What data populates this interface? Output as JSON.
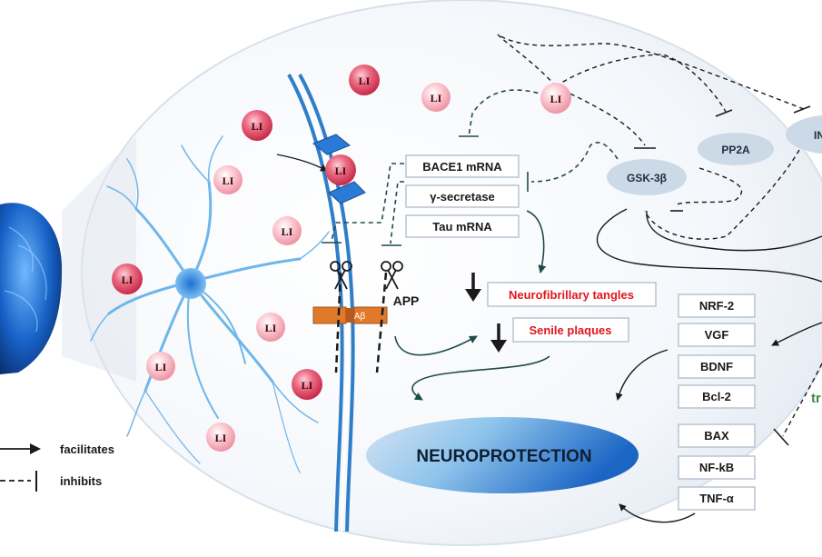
{
  "li_label": "LI",
  "boxes": {
    "bace1": "BACE1 mRNA",
    "gamma": "γ-secretase",
    "tau": "Tau mRNA",
    "nrf2": "NRF-2",
    "vgf": "VGF",
    "bdnf": "BDNF",
    "bcl2": "Bcl-2",
    "bax": "BAX",
    "nfkb": "NF-kB",
    "tnfa": "TNF-α"
  },
  "pathology": {
    "tangles": "Neurofibrillary tangles",
    "plaques": "Senile plaques"
  },
  "enzymes": {
    "gsk3b": "GSK-3β",
    "pp2a": "PP2A",
    "partial_right": "IN"
  },
  "membrane": {
    "app": "APP",
    "abeta": "Aβ"
  },
  "neuroprotection": "NEUROPROTECTION",
  "legend": {
    "facilitates": "facilitates",
    "inhibits": "inhibits"
  },
  "partial_green_text": "tr",
  "colors": {
    "li_outer": "#e8506a",
    "li_inner": "#f7a6b4",
    "membrane": "#2f7fc8",
    "app_orange": "#e07a2a",
    "enzyme_ellipse": "#ccd9e6",
    "pathology_red": "#e0161e",
    "green_partial": "#3c8a3c"
  }
}
